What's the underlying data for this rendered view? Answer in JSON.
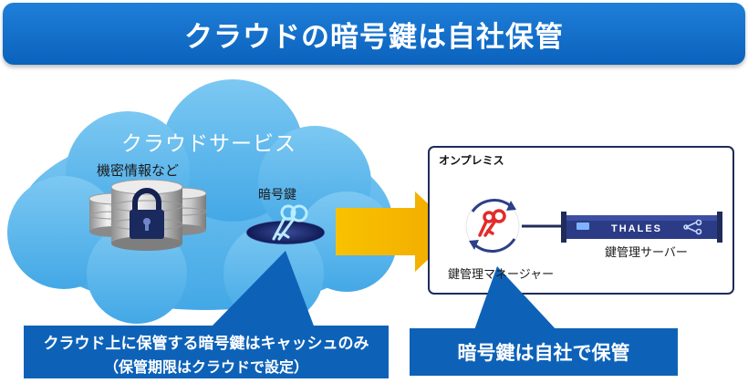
{
  "header": {
    "title": "クラウドの暗号鍵は自社保管"
  },
  "cloud": {
    "label": "クラウドサービス",
    "info_label": "機密情報など",
    "key_label": "暗号鍵"
  },
  "onprem": {
    "label": "オンプレミス",
    "key_manager_label": "鍵管理マネージャー",
    "key_server_label": "鍵管理サーバー",
    "server_brand": "THALES"
  },
  "callouts": {
    "left_line1": "クラウド上に保管する暗号鍵はキャッシュのみ",
    "left_line2": "（保管期限はクラウドで設定）",
    "right": "暗号鍵は自社で保管"
  },
  "colors": {
    "header_blue": "#0b62bd",
    "cloud_blue": "#55b4ec",
    "arrow_yellow": "#f6b800",
    "callout_blue": "#0d62b8",
    "key_red": "#e32b2b",
    "navy": "#1f2b5a"
  }
}
